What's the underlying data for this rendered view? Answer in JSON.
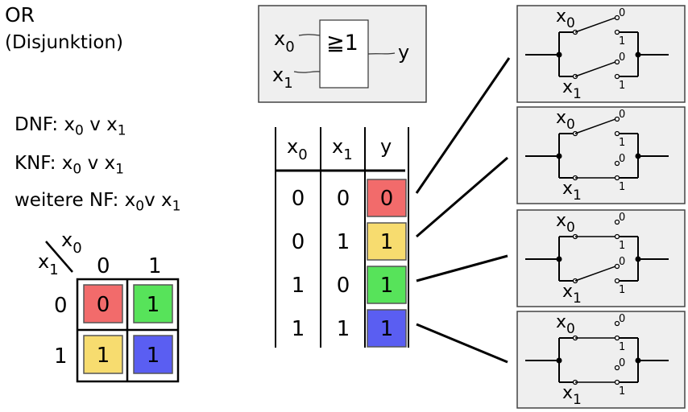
{
  "title": "OR",
  "subtitle": "(Disjunktion)",
  "normal_forms": {
    "dnf": {
      "label": "DNF:",
      "x0": "x",
      "x0_sub": "0",
      "op": "v",
      "x1": "x",
      "x1_sub": "1"
    },
    "knf": {
      "label": "KNF:",
      "x0": "x",
      "x0_sub": "0",
      "op": "v",
      "x1": "x",
      "x1_sub": "1"
    },
    "other": {
      "label": "weitere NF:",
      "x0": "x",
      "x0_sub": "0",
      "op": "v",
      "x1": "x",
      "x1_sub": "1"
    }
  },
  "gate": {
    "symbol": "≧1",
    "in0": "x",
    "in0_sub": "0",
    "in1": "x",
    "in1_sub": "1",
    "out": "y"
  },
  "truth_table": {
    "headers": [
      {
        "main": "x",
        "sub": "0"
      },
      {
        "main": "x",
        "sub": "1"
      },
      {
        "main": "y",
        "sub": ""
      }
    ],
    "rows": [
      {
        "x0": "0",
        "x1": "0",
        "y": "0",
        "color": "#f26b6b"
      },
      {
        "x0": "0",
        "x1": "1",
        "y": "1",
        "color": "#f7dc6f"
      },
      {
        "x0": "1",
        "x1": "0",
        "y": "1",
        "color": "#57e35a"
      },
      {
        "x0": "1",
        "x1": "1",
        "y": "1",
        "color": "#5a5ef2"
      }
    ]
  },
  "kmap": {
    "top_var": "x",
    "top_sub": "0",
    "left_var": "x",
    "left_sub": "1",
    "col_labels": [
      "0",
      "1"
    ],
    "row_labels": [
      "0",
      "1"
    ],
    "cells": [
      {
        "value": "0",
        "color": "#f26b6b"
      },
      {
        "value": "1",
        "color": "#57e35a"
      },
      {
        "value": "1",
        "color": "#f7dc6f"
      },
      {
        "value": "1",
        "color": "#5a5ef2"
      }
    ]
  },
  "switch_panels": [
    {
      "upper_closed_on": "0",
      "lower_closed_on": "0"
    },
    {
      "upper_closed_on": "0",
      "lower_closed_on": "1"
    },
    {
      "upper_closed_on": "1",
      "lower_closed_on": "0"
    },
    {
      "upper_closed_on": "1",
      "lower_closed_on": "1"
    }
  ],
  "switch_labels": {
    "x0": "x",
    "x0_sub": "0",
    "x1": "x",
    "x1_sub": "1",
    "pos0": "0",
    "pos1": "1"
  },
  "colors": {
    "panel_bg": "#efefef",
    "border": "#000000",
    "red": "#f26b6b",
    "yellow": "#f7dc6f",
    "green": "#57e35a",
    "blue": "#5a5ef2"
  }
}
